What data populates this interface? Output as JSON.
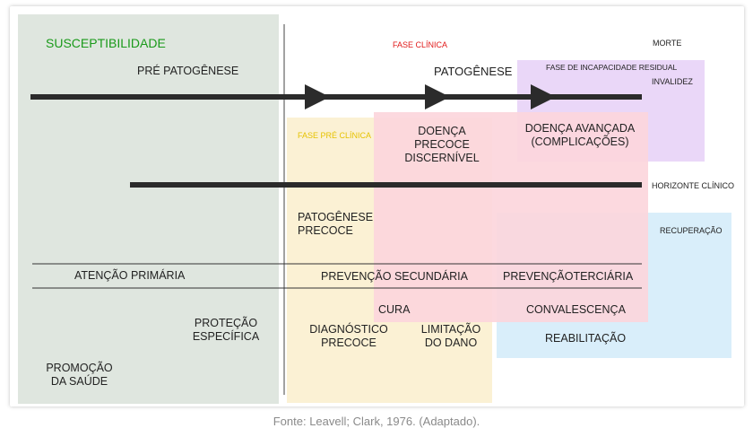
{
  "colors": {
    "susceptibility_zone": "#dfe6df",
    "pre_clinical_zone": "#fbf1d4",
    "disease_zone": "#fcd6dc",
    "disability_zone": "#ead7f8",
    "recovery_zone": "#d9eefa",
    "susceptibility_text": "#1a9a1a",
    "clinical_phase_text": "#e11a1a",
    "pre_clinical_text": "#e6c200",
    "arrow_line": "#2b2b2b"
  },
  "labels": {
    "susceptibility": "SUSCEPTIBILIDADE",
    "pre_pathogenesis": "PRÉ PATOGÊNESE",
    "clinical_phase": "FASE CLÍNICA",
    "death": "MORTE",
    "pathogenesis": "PATOGÊNESE",
    "residual_disability_phase": "FASE  DE INCAPACIDADE RESIDUAL",
    "disability": "INVALIDEZ",
    "pre_clinical_phase": "FASE PRÉ CLÍNICA",
    "discernible_disease_1": "DOENÇA",
    "discernible_disease_2": "PRECOCE",
    "discernible_disease_3": "DISCERNÍVEL",
    "advanced_disease_1": "DOENÇA AVANÇADA",
    "advanced_disease_2": "(COMPLICAÇÕES)",
    "clinical_horizon": "HORIZONTE CLÍNICO",
    "early_pathogenesis_1": "PATOGÊNESE",
    "early_pathogenesis_2": "PRECOCE",
    "recovery": "RECUPERAÇÃO",
    "primary_care": "ATENÇÃO  PRIMÁRIA",
    "secondary_prevention": "PREVENÇÃO SECUNDÁRIA",
    "tertiary_prevention": "PREVENÇÃOTERCIÁRIA",
    "cure": "CURA",
    "convalescence": "CONVALESCENÇA",
    "specific_protection_1": "PROTEÇÃO",
    "specific_protection_2": "ESPECÍFICA",
    "early_diagnosis_1": "DIAGNÓSTICO",
    "early_diagnosis_2": "PRECOCE",
    "damage_limitation_1": "LIMITAÇÃO",
    "damage_limitation_2": "DO DANO",
    "rehabilitation": "REABILITAÇÃO",
    "health_promotion_1": "PROMOÇÃO",
    "health_promotion_2": "DA SAÚDE"
  },
  "caption": "Fonte: Leavell; Clark, 1976. (Adaptado)."
}
